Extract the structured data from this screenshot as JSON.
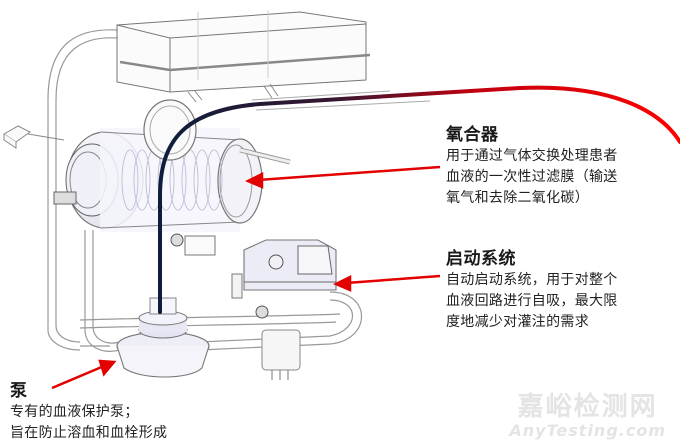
{
  "diagram": {
    "subject": "extracorporeal circulation device (pump, oxygenator, priming system)",
    "accent_color": "#e30000",
    "blood_line_colors": {
      "venous": "#0c1e3c",
      "arterial": "#e30000"
    }
  },
  "labels": {
    "oxygenator": {
      "title": "氧合器",
      "lines": [
        "用于通过气体交换处理患者",
        "血液的一次性过滤膜（输送",
        "氧气和去除二氧化碳）"
      ]
    },
    "priming": {
      "title": "启动系统",
      "lines": [
        "自动启动系统，用于对整个",
        "血液回路进行自吸，最大限",
        "度地减少对灌注的需求"
      ]
    },
    "pump": {
      "title": "泵",
      "lines": [
        "专有的血液保护泵；",
        "旨在防止溶血和血栓形成"
      ]
    }
  },
  "watermark": {
    "cn": "嘉峪检测网",
    "en": "AnyTesting.com"
  }
}
